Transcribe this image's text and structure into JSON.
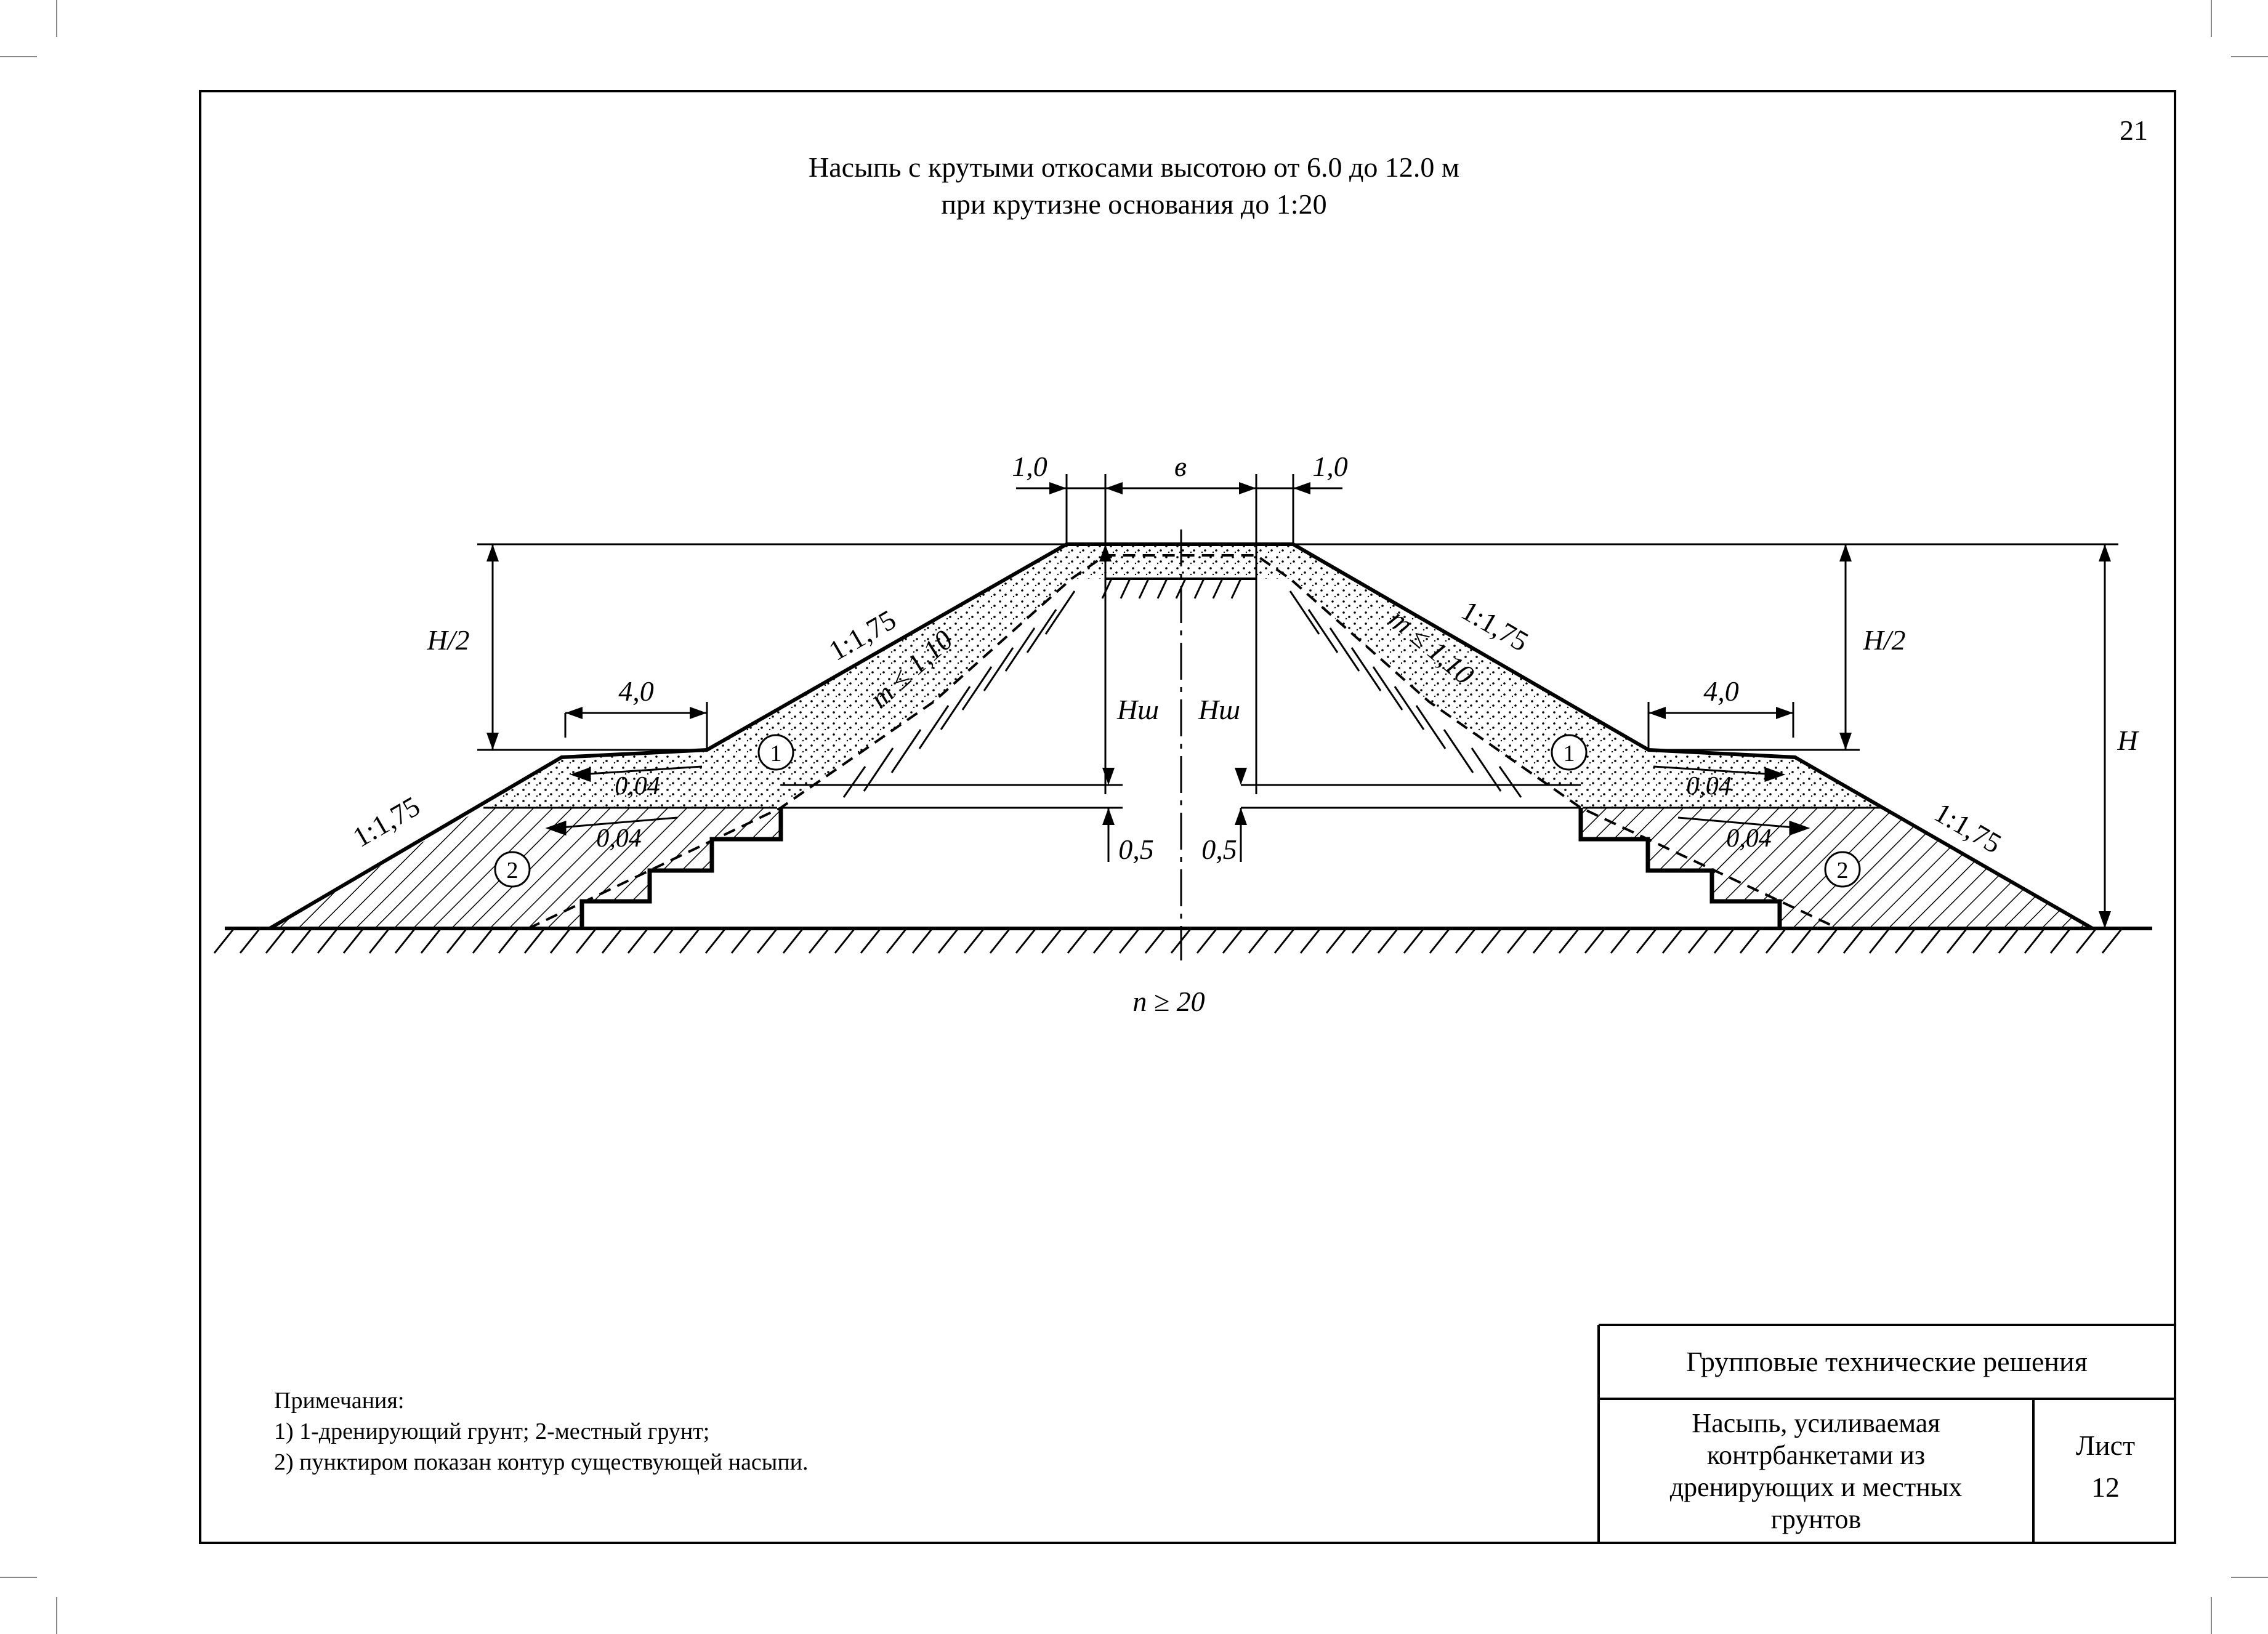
{
  "page_number": "21",
  "title": {
    "line1": "Насыпь с крутыми откосами высотою от 6.0 до 12.0 м",
    "line2": "при крутизне основания до 1:20"
  },
  "dimensions": {
    "shoulder_left": "1,0",
    "crest": "в",
    "shoulder_right": "1,0",
    "half_height_left": "H/2",
    "half_height_right": "H/2",
    "height": "H",
    "berm_left": "4,0",
    "berm_right": "4,0",
    "existing_height_left": "Hш",
    "existing_height_right": "Hш",
    "offset_left": "0,5",
    "offset_right": "0,5",
    "base_slope": "n ≥ 20"
  },
  "slopes": {
    "upper_left": "1:1,75",
    "lower_left": "1:1,75",
    "upper_right": "1:1,75",
    "lower_right": "1:1,75",
    "existing_left": "m ≤ 1,10",
    "existing_right": "m ≤ 1,10",
    "grade_left_upper": "0,04",
    "grade_left_lower": "0,04",
    "grade_right_upper": "0,04",
    "grade_right_lower": "0,04"
  },
  "markers": {
    "drain_left": "1",
    "drain_right": "1",
    "local_left": "2",
    "local_right": "2"
  },
  "notes": {
    "heading": "Примечания:",
    "item1": "1) 1-дренирующий грунт; 2-местный грунт;",
    "item2": "2) пунктиром показан контур существующей насыпи."
  },
  "title_block": {
    "header": "Групповые технические решения",
    "description": [
      "Насыпь, усиливаемая",
      "контрбанкетами из",
      "дренирующих и местных",
      "грунтов"
    ],
    "sheet_label": "Лист",
    "sheet_number": "12"
  }
}
